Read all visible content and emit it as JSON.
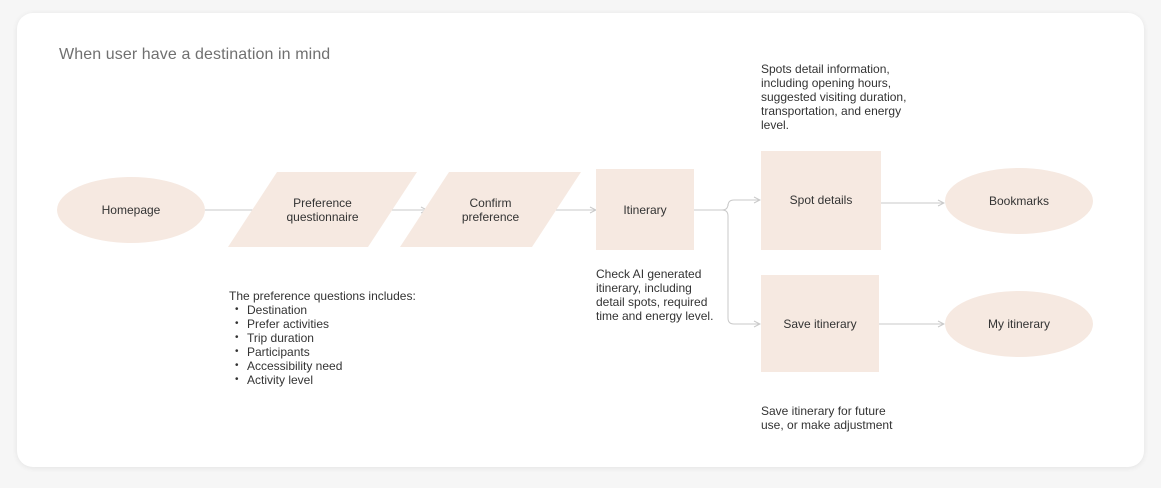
{
  "title": "When user have a destination in mind",
  "nodes": {
    "homepage": "Homepage",
    "preference_questionnaire": "Preference\nquestionnaire",
    "confirm_preference": "Confirm\npreference",
    "itinerary": "Itinerary",
    "spot_details": "Spot details",
    "bookmarks": "Bookmarks",
    "save_itinerary": "Save itinerary",
    "my_itinerary": "My itinerary"
  },
  "notes": {
    "spot_details": "Spots detail information,\nincluding opening hours,\nsuggested visiting duration,\ntransportation, and energy\nlevel.",
    "itinerary": "Check AI generated\nitinerary, including\ndetail spots, required\ntime and energy level.",
    "save_itinerary": "Save itinerary for future\nuse, or make adjustment"
  },
  "preference": {
    "heading": "The preference questions includes:",
    "items": [
      "Destination",
      "Prefer activities",
      "Trip duration",
      "Participants",
      "Accessibility need",
      "Activity level"
    ]
  },
  "colors": {
    "node_fill": "#f6e9e1",
    "connector": "#c9c9c9",
    "title_text": "#707070",
    "body_text": "#333333"
  }
}
